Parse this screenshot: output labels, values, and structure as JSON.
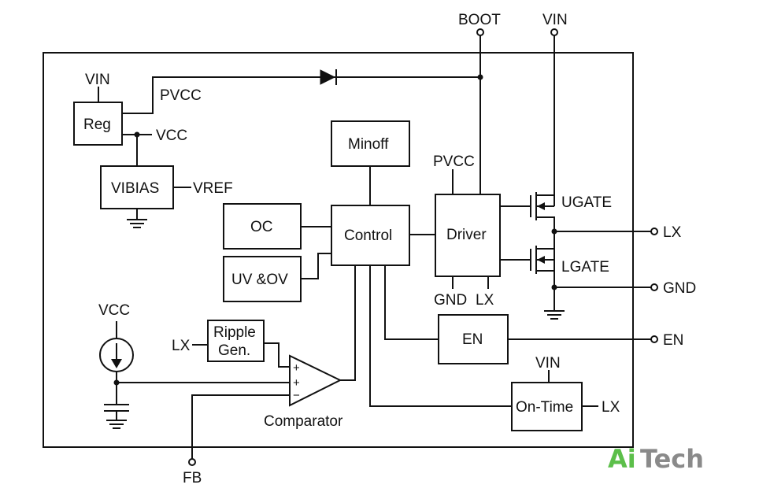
{
  "pins": {
    "boot": "BOOT",
    "vin": "VIN",
    "lx": "LX",
    "gnd": "GND",
    "en": "EN",
    "fb": "FB"
  },
  "blocks": {
    "reg": "Reg",
    "vibias": "VIBIAS",
    "minoff": "Minoff",
    "control": "Control",
    "driver": "Driver",
    "oc": "OC",
    "uv_ov": "UV &OV",
    "en": "EN",
    "on_time": "On-Time",
    "ripple_line1": "Ripple",
    "ripple_line2": "Gen."
  },
  "labels": {
    "reg_vin": "VIN",
    "pvcc": "PVCC",
    "vcc": "VCC",
    "vref": "VREF",
    "driver_pvcc": "PVCC",
    "driver_gnd": "GND",
    "driver_lx": "LX",
    "ugate": "UGATE",
    "lgate": "LGATE",
    "cs_vcc": "VCC",
    "ripple_lx": "LX",
    "plus1": "+",
    "plus2": "+",
    "minus": "−",
    "comparator": "Comparator",
    "ontime_vin": "VIN",
    "ontime_lx": "LX"
  },
  "logo": {
    "part1": "Ai",
    "part2": "Tech"
  }
}
